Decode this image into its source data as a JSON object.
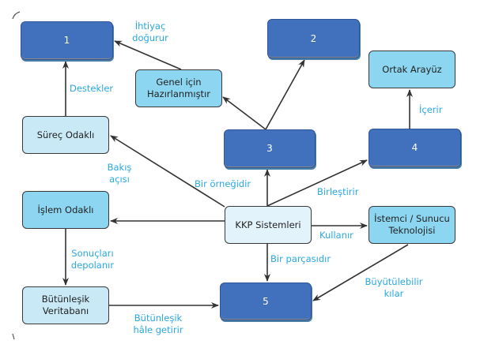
{
  "diagram": {
    "nodes": {
      "n1": {
        "label": "1",
        "style": "dark"
      },
      "n2": {
        "label": "2",
        "style": "dark"
      },
      "n3": {
        "label": "3",
        "style": "dark"
      },
      "n4": {
        "label": "4",
        "style": "dark"
      },
      "n5": {
        "label": "5",
        "style": "dark"
      },
      "ortak": {
        "label": "Ortak Arayüz",
        "style": "cyan"
      },
      "genel": {
        "label": "Genel için Hazırlanmıştır",
        "style": "cyan"
      },
      "surec": {
        "label": "Süreç Odaklı",
        "style": "light"
      },
      "islem": {
        "label": "İşlem Odaklı",
        "style": "cyan"
      },
      "kkp": {
        "label": "KKP Sistemleri",
        "style": "pale"
      },
      "istemci": {
        "label": "İstemci / Sunucu Teknolojisi",
        "style": "cyan"
      },
      "butunlesik": {
        "label": "Bütünleşik Veritabanı",
        "style": "light"
      }
    },
    "edges": [
      {
        "from": "genel",
        "to": "n1",
        "label": "İhtiyaç doğurur"
      },
      {
        "from": "surec",
        "to": "n1",
        "label": "Destekler"
      },
      {
        "from": "n3",
        "to": "genel",
        "label": ""
      },
      {
        "from": "n3",
        "to": "n2",
        "label": ""
      },
      {
        "from": "n4",
        "to": "ortak",
        "label": "İçerir"
      },
      {
        "from": "kkp",
        "to": "surec",
        "label": "Bakış açısı"
      },
      {
        "from": "kkp",
        "to": "n3",
        "label": "Bir örneğidir"
      },
      {
        "from": "kkp",
        "to": "n4",
        "label": "Birleştirir"
      },
      {
        "from": "kkp",
        "to": "islem",
        "label": ""
      },
      {
        "from": "kkp",
        "to": "istemci",
        "label": "Kullanır"
      },
      {
        "from": "kkp",
        "to": "n5",
        "label": "Bir parçasıdır"
      },
      {
        "from": "islem",
        "to": "butunlesik",
        "label": "Sonuçları depolanır"
      },
      {
        "from": "butunlesik",
        "to": "n5",
        "label": "Bütünleşik hâle getirir"
      },
      {
        "from": "istemci",
        "to": "n5",
        "label": "Büyütülebilir kılar"
      }
    ],
    "colors": {
      "dark_box": "#4170bd",
      "cyan_box": "#8dd6f1",
      "light_box": "#c9e9f7",
      "pale_box": "#e2f3fb",
      "edge_label": "#2aa8e0",
      "arrow": "#333333"
    }
  }
}
